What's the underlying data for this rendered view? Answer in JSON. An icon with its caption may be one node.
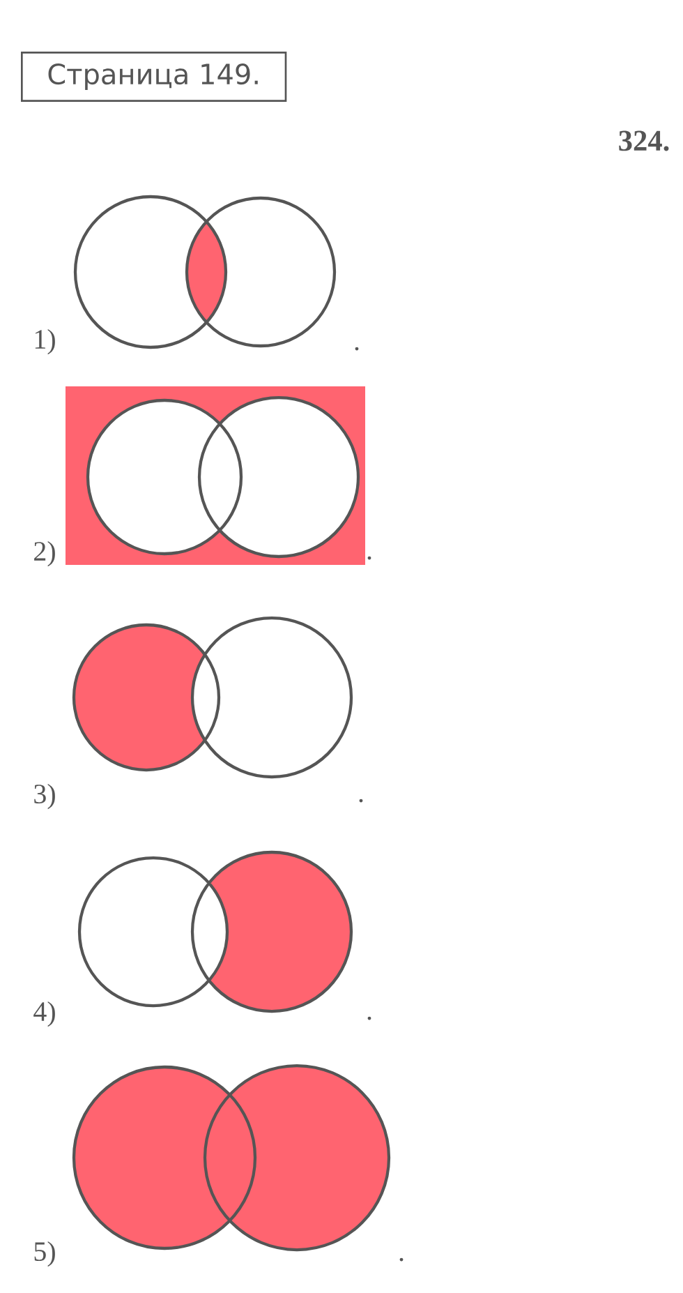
{
  "diagram": {
    "nodes": [
      {
        "text": [
          "Страница 149."
        ]
      }
    ],
    "labels": [
      "324.",
      "1)",
      ".",
      "2)",
      ".",
      "3)",
      ".",
      "4)",
      ".",
      "5)",
      "."
    ]
  }
}
